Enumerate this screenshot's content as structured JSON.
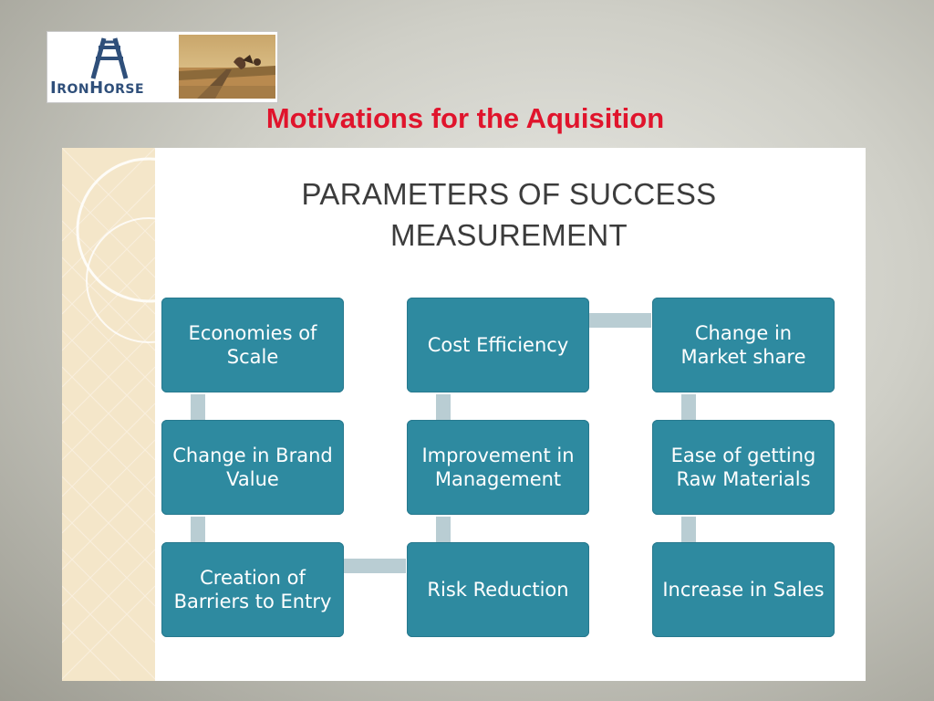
{
  "logo": {
    "wordmark_big_1": "I",
    "wordmark_small_1": "RON",
    "wordmark_big_2": "H",
    "wordmark_small_2": "ORSE"
  },
  "slide_title": "Motivations for the Aquisition",
  "diagram": {
    "title_line1": "PARAMETERS OF SUCCESS",
    "title_line2": "MEASUREMENT",
    "boxes": [
      "Economies of Scale",
      "Change in Brand Value",
      "Creation of Barriers to Entry",
      "Cost Efficiency",
      "Improvement in Management",
      "Risk Reduction",
      "Change in Market share",
      "Ease of getting Raw Materials",
      "Increase in Sales"
    ]
  },
  "colors": {
    "title_red": "#e0142c",
    "box_teal": "#2e8aa0",
    "connector": "#b9cdd3",
    "logo_blue": "#2f4f7a"
  }
}
